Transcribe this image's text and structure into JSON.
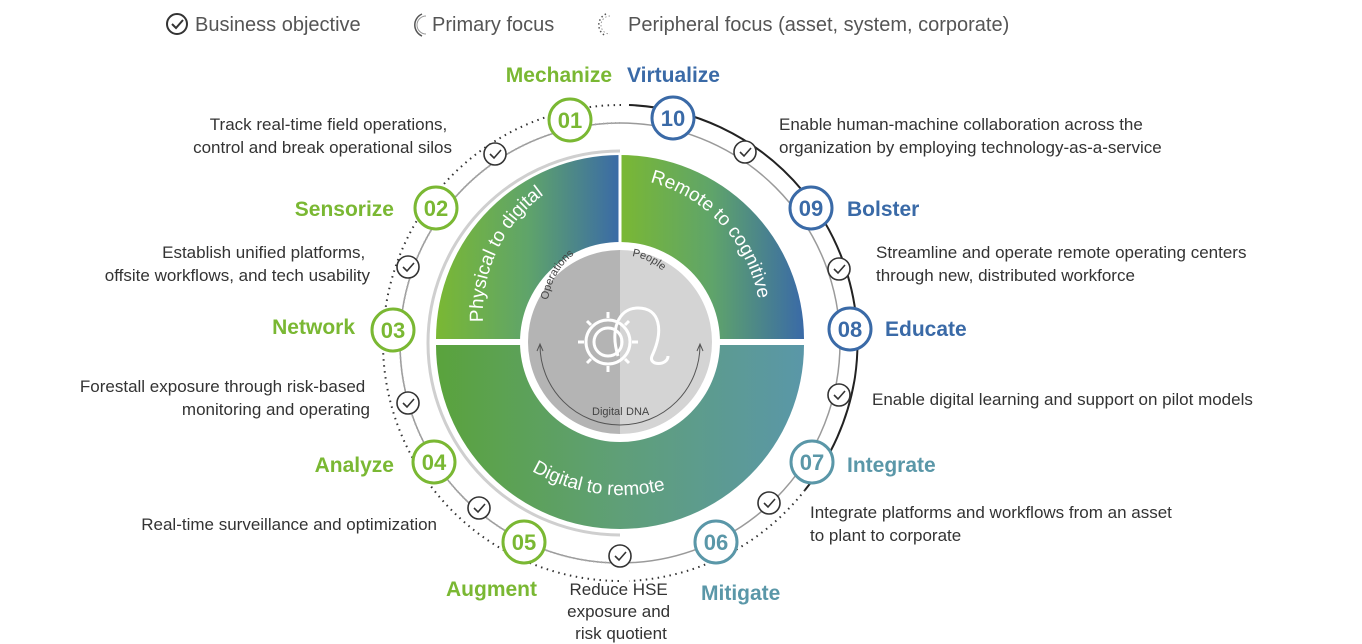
{
  "legend": {
    "business_objective": "Business objective",
    "primary_focus": "Primary focus",
    "peripheral_focus": "Peripheral focus (asset, system, corporate)"
  },
  "colors": {
    "green": "#7ab833",
    "green_dark": "#5aa33c",
    "blue": "#3a6aa7",
    "teal": "#5a97a8",
    "core_dark": "#b4b4b4",
    "core_light": "#d4d4d4"
  },
  "bands": {
    "physical_to_digital": "Physical to digital",
    "remote_to_cognitive": "Remote to cognitive",
    "digital_to_remote": "Digital to remote"
  },
  "core": {
    "operations": "Operations",
    "people": "People",
    "digital": "Digital",
    "dna": "DNA"
  },
  "stages": [
    {
      "number": "01",
      "label": "Mechanize",
      "description": [
        "Track real-time field operations,",
        "control and break operational silos"
      ]
    },
    {
      "number": "02",
      "label": "Sensorize",
      "description": [
        "Establish unified platforms,",
        "offsite workflows, and tech usability"
      ]
    },
    {
      "number": "03",
      "label": "Network",
      "description": [
        "Forestall exposure through risk-based",
        "monitoring and operating"
      ]
    },
    {
      "number": "04",
      "label": "Analyze",
      "description": [
        "Real-time surveillance and optimization"
      ]
    },
    {
      "number": "05",
      "label": "Augment",
      "description": [
        "Reduce HSE",
        "exposure and",
        "risk quotient"
      ]
    },
    {
      "number": "06",
      "label": "Mitigate",
      "description": []
    },
    {
      "number": "07",
      "label": "Integrate",
      "description": [
        "Integrate platforms and workflows from an asset",
        "to plant to corporate"
      ]
    },
    {
      "number": "08",
      "label": "Educate",
      "description": [
        "Enable digital learning and support on pilot models"
      ]
    },
    {
      "number": "09",
      "label": "Bolster",
      "description": [
        "Streamline and operate remote operating centers",
        "through new, distributed workforce"
      ]
    },
    {
      "number": "10",
      "label": "Virtualize",
      "description": [
        "Enable human-machine collaboration across the",
        "organization by employing technology-as-a-service"
      ]
    }
  ]
}
